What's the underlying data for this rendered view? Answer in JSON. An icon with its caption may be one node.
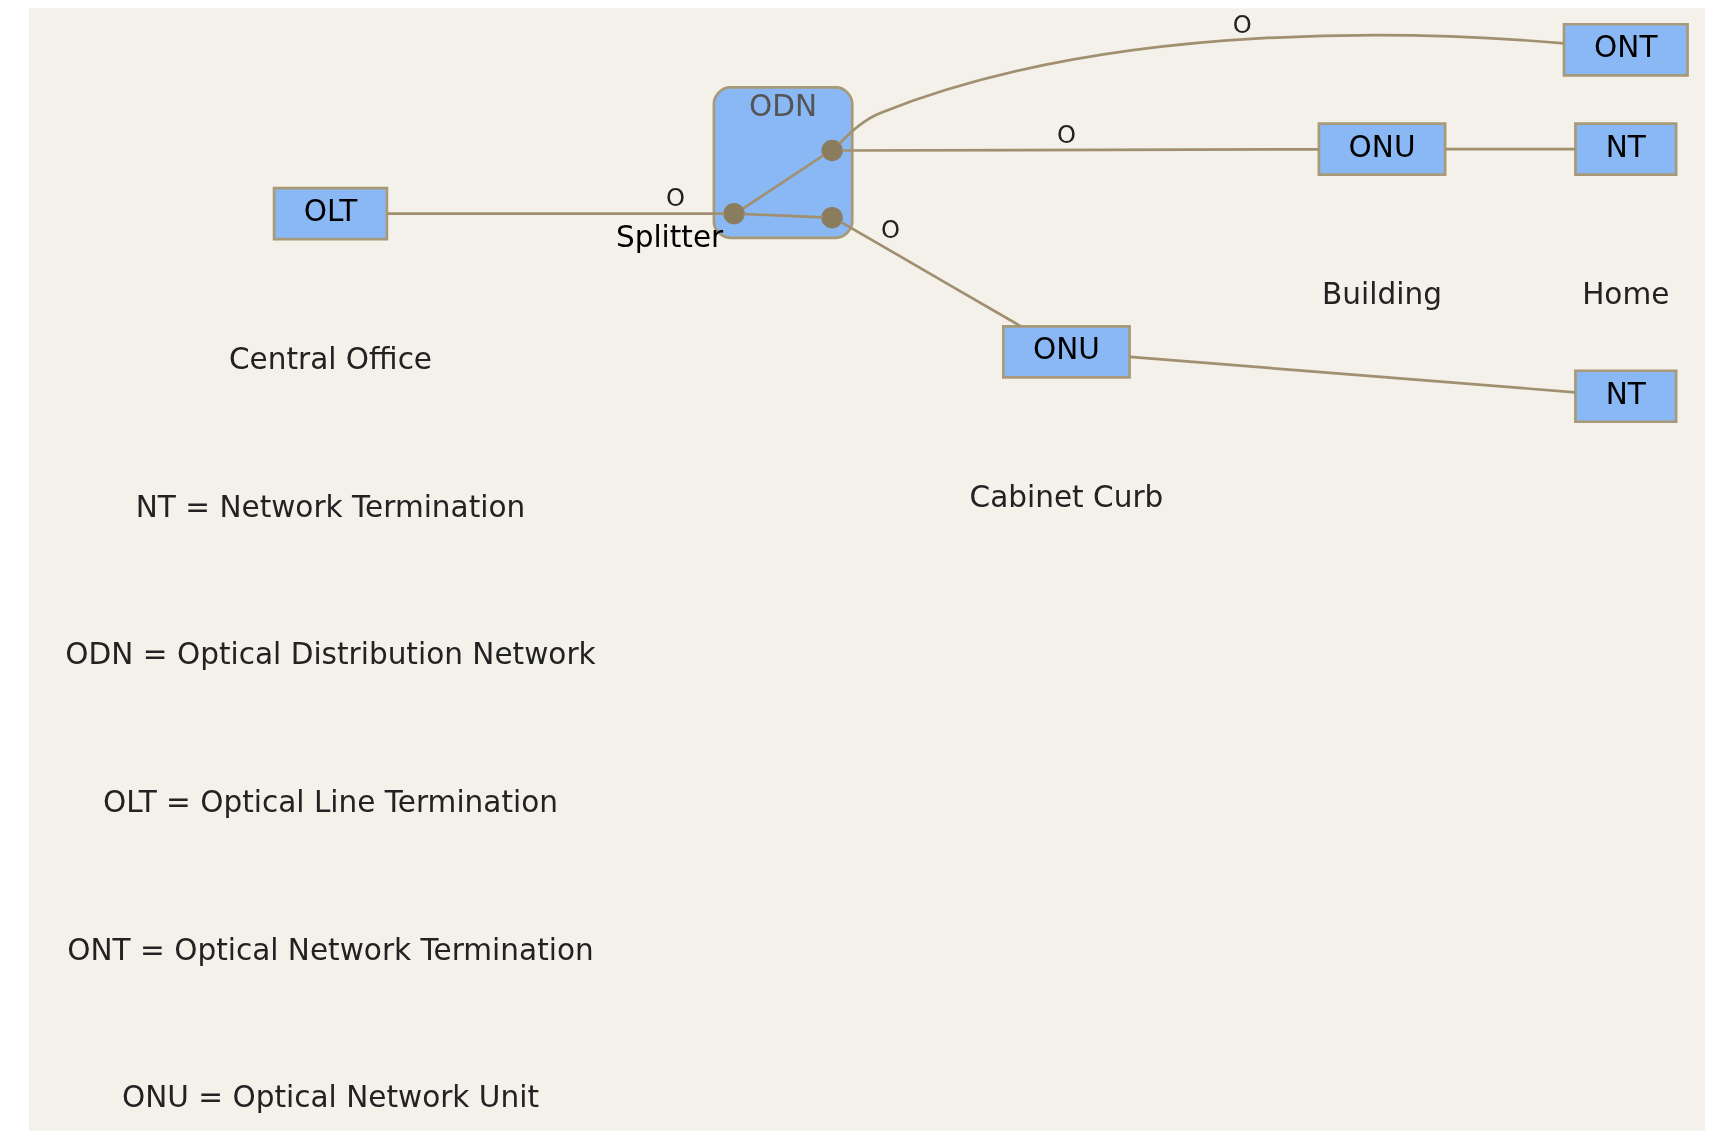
{
  "diagram": {
    "nodes": [
      {
        "text": [
          "OLT"
        ]
      },
      {
        "text": [
          "ODN"
        ]
      },
      {
        "text": [],
        "shape": "circle",
        "beside": [
          "Splitter"
        ],
        "in": 1
      },
      {
        "text": [],
        "shape": "circle",
        "in": 1
      },
      {
        "text": [],
        "shape": "circle",
        "in": 1
      },
      {
        "text": [
          "ONT"
        ]
      },
      {
        "text": [
          "ONU"
        ]
      },
      {
        "text": [
          "NT"
        ]
      },
      {
        "text": [
          "ONU"
        ]
      },
      {
        "text": [
          "NT"
        ]
      }
    ],
    "edges": [
      {
        "from": 0,
        "to": 2,
        "arrow": "none",
        "label": "O"
      },
      {
        "from": 2,
        "to": 3,
        "arrow": "none"
      },
      {
        "from": 2,
        "to": 4,
        "arrow": "none"
      },
      {
        "from": 3,
        "to": 5,
        "arrow": "none",
        "label": "O"
      },
      {
        "from": 3,
        "to": 6,
        "arrow": "none",
        "label": "O"
      },
      {
        "from": 6,
        "to": 7,
        "arrow": "none"
      },
      {
        "from": 4,
        "to": 8,
        "arrow": "none",
        "label": "O"
      },
      {
        "from": 8,
        "to": 9,
        "arrow": "none"
      }
    ],
    "labels": [
      "Central Office",
      "Cabinet Curb",
      "Building",
      "Home",
      "NT = Network Termination",
      "ODN = Optical Distribution Network",
      "OLT = Optical Line Termination",
      "ONT = Optical Network Termination",
      "ONU = Optical Network Unit"
    ]
  }
}
